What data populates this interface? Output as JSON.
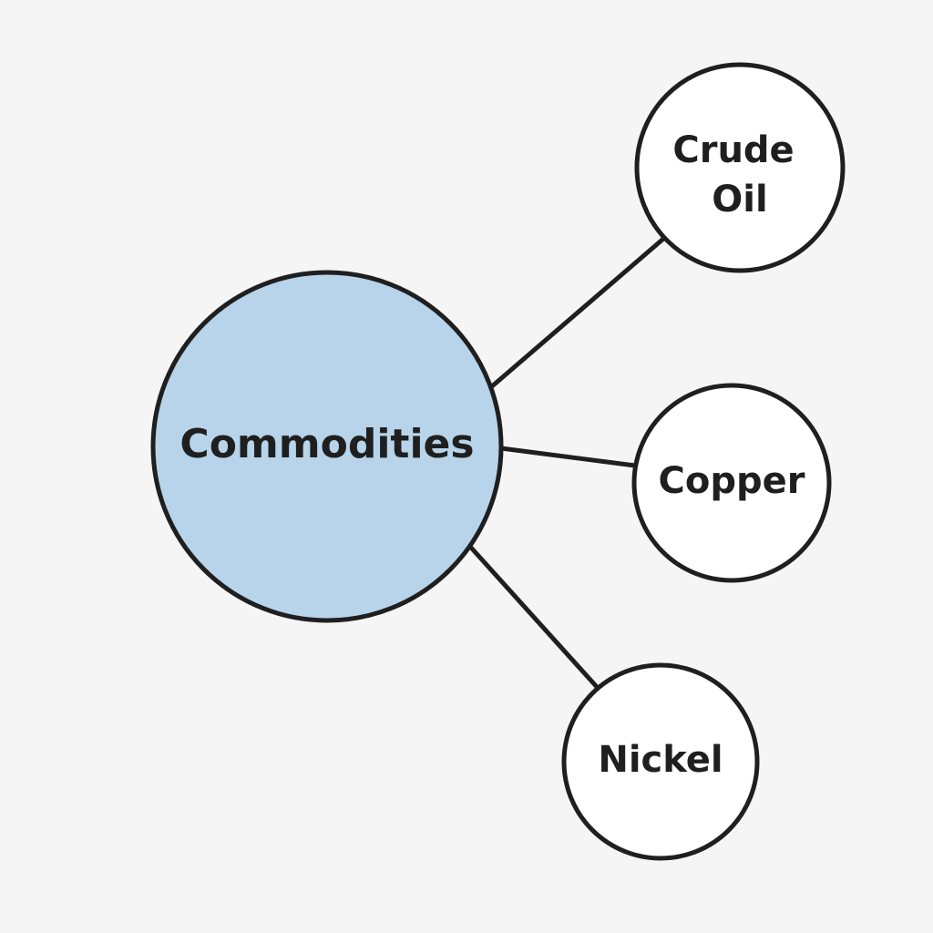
{
  "diagram": {
    "center": {
      "label": "Commodities",
      "fill": "#b7d4ea"
    },
    "leaves": [
      {
        "id": "crude-oil",
        "lines": [
          "Crude",
          "Oil"
        ]
      },
      {
        "id": "copper",
        "lines": [
          "Copper"
        ]
      },
      {
        "id": "nickel",
        "lines": [
          "Nickel"
        ]
      }
    ],
    "colors": {
      "background": "#f5f5f5",
      "stroke": "#1f1f1f",
      "leaf_fill": "#ffffff"
    }
  }
}
